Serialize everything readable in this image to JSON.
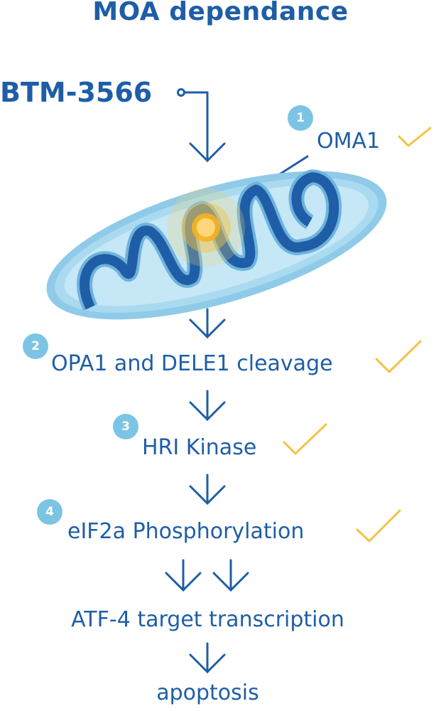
{
  "title": "MOA dependance",
  "drug": "BTM-3566",
  "steps": [
    {
      "number": "1",
      "label": "OMA1",
      "confirmed": true
    },
    {
      "number": "2",
      "label": "OPA1 and DELE1 cleavage",
      "confirmed": true
    },
    {
      "number": "3",
      "label": "HRI Kinase",
      "confirmed": true
    },
    {
      "number": "4",
      "label": "eIF2a Phosphorylation",
      "confirmed": true
    }
  ],
  "downstream": [
    "ATF-4 target transcription",
    "apoptosis"
  ],
  "colors": {
    "text": "#1f5ea6",
    "badge": "#7cc4e4",
    "check": "#f5c244",
    "membrane": "#8fcbe8",
    "cristae": "#1f5ea6"
  }
}
